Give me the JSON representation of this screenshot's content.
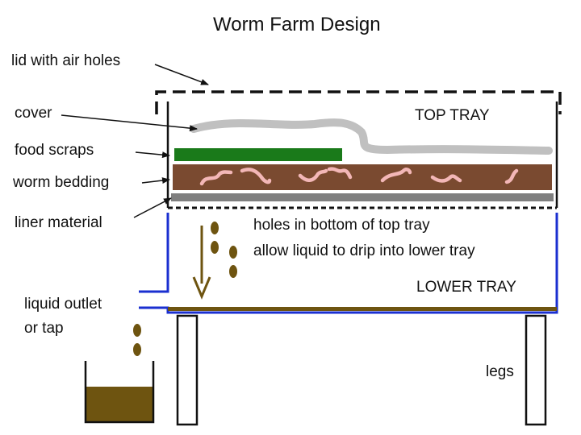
{
  "title": "Worm Farm Design",
  "labels": {
    "lid": "lid with air holes",
    "cover": "cover",
    "food": "food scraps",
    "bedding": "worm bedding",
    "liner": "liner material",
    "top_tray": "TOP TRAY",
    "holes_line1": "holes in bottom of top tray",
    "holes_line2": "allow liquid to drip into lower tray",
    "lower_tray": "LOWER TRAY",
    "outlet_line1": "liquid outlet",
    "outlet_line2": "or tap",
    "legs": "legs"
  },
  "colors": {
    "lid": "#111111",
    "top_tray": "#111111",
    "cover": "#c0c0c0",
    "food": "#1a7a1a",
    "bedding": "#7a4a30",
    "worms": "#f3b7b7",
    "liner": "#7f7f7f",
    "lower_tray": "#1a2fd0",
    "liquid": "#6e5410",
    "arrow": "#6e5410",
    "legs": "#111111"
  }
}
